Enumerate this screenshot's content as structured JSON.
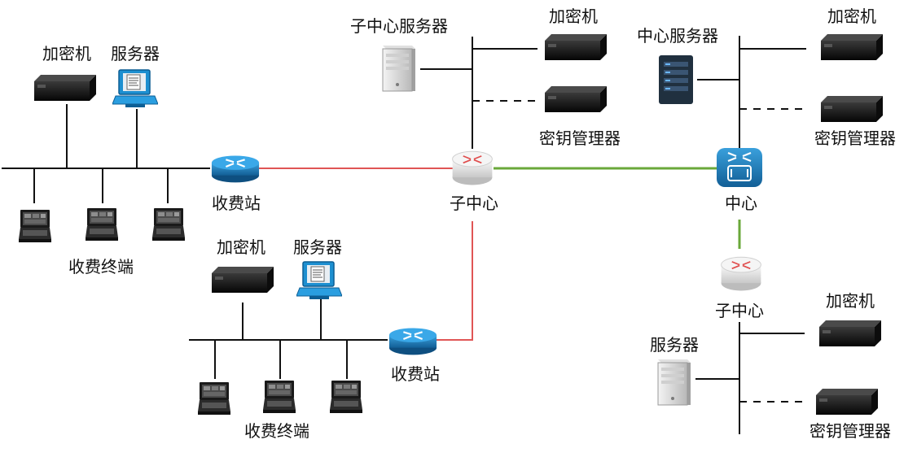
{
  "labels": {
    "encryptor": "加密机",
    "server": "服务器",
    "toll_station": "收费站",
    "toll_terminal": "收费终端",
    "sub_center": "子中心",
    "sub_center_server": "子中心服务器",
    "center": "中心",
    "center_server": "中心服务器",
    "key_manager": "密钥管理器"
  },
  "colors": {
    "line": "#111111",
    "red_link": "#e05555",
    "green_link": "#6aa83a",
    "router_blue": "#1b7fc0",
    "router_gray": "#e6e6e6",
    "device_black": "#1a1a1a"
  },
  "icons": {
    "encryptor": "rack-device-icon",
    "server_monitor": "monitor-server-icon",
    "tower_server": "tower-server-icon",
    "rack_server": "rack-server-icon",
    "terminal": "laptop-terminal-icon",
    "router": "router-icon",
    "core_router": "core-router-icon"
  }
}
